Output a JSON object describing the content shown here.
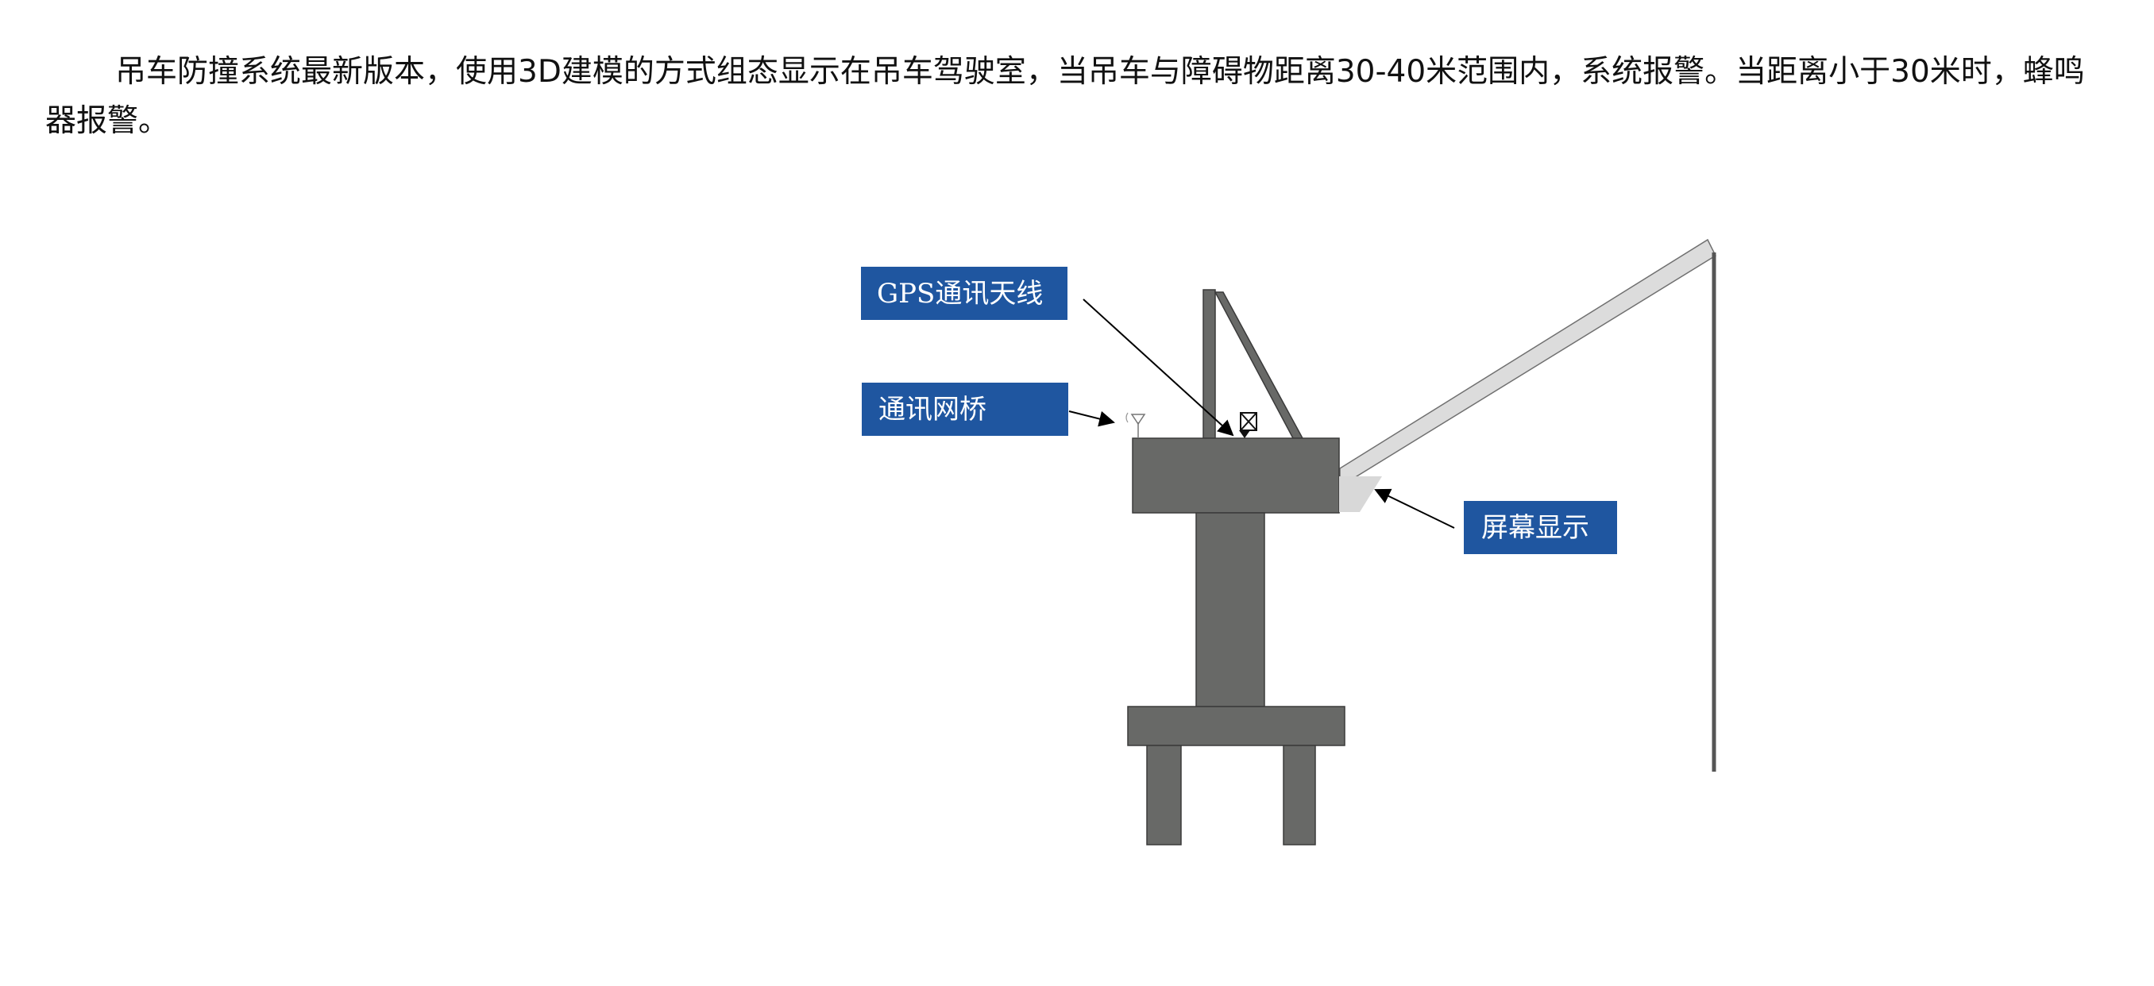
{
  "description_text": "吊车防撞系统最新版本，使用3D建模的方式组态显示在吊车驾驶室，当吊车与障碍物距离30-40米范围内，系统报警。当距离小于30米时，蜂鸣器报警。",
  "labels": {
    "gps_antenna": "GPS通讯天线",
    "network_bridge": "通讯网桥",
    "screen_display": "屏幕显示"
  },
  "colors": {
    "label_bg": "#1f56a0",
    "label_text": "#ffffff",
    "crane_body": "#686967",
    "boom": "#dcdcdc",
    "outline": "#3a3a3a"
  }
}
